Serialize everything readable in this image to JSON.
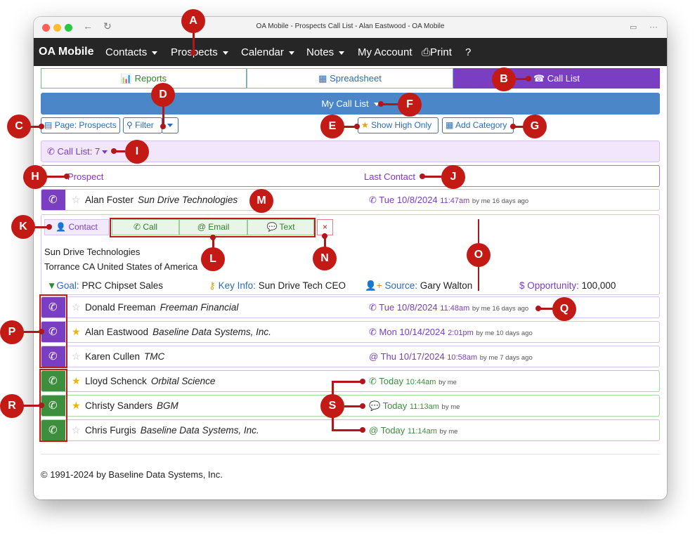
{
  "window": {
    "title": "OA Mobile - Prospects Call List - Alan Eastwood - OA Mobile"
  },
  "nav": {
    "brand": "OA Mobile",
    "items": [
      "Contacts",
      "Prospects",
      "Calendar",
      "Notes",
      "My Account",
      "Print",
      "?"
    ]
  },
  "tabs": [
    {
      "label": "Reports"
    },
    {
      "label": "Spreadsheet"
    },
    {
      "label": "Call List"
    }
  ],
  "call_list_title": "My Call List",
  "toolbar": {
    "page": "Page: Prospects",
    "filter": "Filter",
    "show_high": "Show High Only",
    "add_category": "Add Category"
  },
  "call_list_count": "Call List: 7",
  "headers": {
    "prospect": "Prospect",
    "last_contact": "Last Contact"
  },
  "rows": [
    {
      "name": "Alan Foster",
      "company": "Sun Drive Technologies",
      "starred": false,
      "date": "Tue 10/8/2024",
      "time": "11:47am",
      "by": "by me 16 days ago",
      "type": "call"
    },
    {
      "name": "Donald Freeman",
      "company": "Freeman Financial",
      "starred": false,
      "date": "Tue 10/8/2024",
      "time": "11:48am",
      "by": "by me 16 days ago",
      "type": "call"
    },
    {
      "name": "Alan Eastwood",
      "company": "Baseline Data Systems, Inc.",
      "starred": true,
      "date": "Mon 10/14/2024",
      "time": "2:01pm",
      "by": "by me 10 days ago",
      "type": "call"
    },
    {
      "name": "Karen Cullen",
      "company": "TMC",
      "starred": false,
      "date": "Thu 10/17/2024",
      "time": "10:58am",
      "by": "by me 7 days ago",
      "type": "email"
    },
    {
      "name": "Lloyd Schenck",
      "company": "Orbital Science",
      "starred": true,
      "date": "Today",
      "time": "10:44am",
      "by": "by me",
      "type": "call"
    },
    {
      "name": "Christy Sanders",
      "company": "BGM",
      "starred": true,
      "date": "Today",
      "time": "11:13am",
      "by": "by me",
      "type": "text"
    },
    {
      "name": "Chris Furgis",
      "company": "Baseline Data Systems, Inc.",
      "starred": false,
      "date": "Today",
      "time": "11:14am",
      "by": "by me",
      "type": "email"
    }
  ],
  "detail": {
    "tabs": [
      "Contact",
      "Call",
      "Email",
      "Text"
    ],
    "close": "×",
    "company": "Sun Drive Technologies",
    "address": "Torrance CA United States of America",
    "goal_label": "Goal:",
    "goal": "PRC Chipset Sales",
    "key_label": "Key Info:",
    "key": "Sun Drive Tech CEO",
    "source_label": "Source:",
    "source": "Gary Walton",
    "opp_label": "Opportunity:",
    "opp": "100,000"
  },
  "footer": "© 1991-2024 by Baseline Data Systems, Inc.",
  "markers": [
    "A",
    "B",
    "C",
    "D",
    "E",
    "F",
    "G",
    "H",
    "I",
    "J",
    "K",
    "L",
    "M",
    "N",
    "O",
    "P",
    "Q",
    "R",
    "S"
  ],
  "colors": {
    "purple": "#7a3ec2",
    "green": "#3d8f3d",
    "blue": "#4a86c8",
    "nav": "#262626",
    "marker": "#c41a16"
  }
}
